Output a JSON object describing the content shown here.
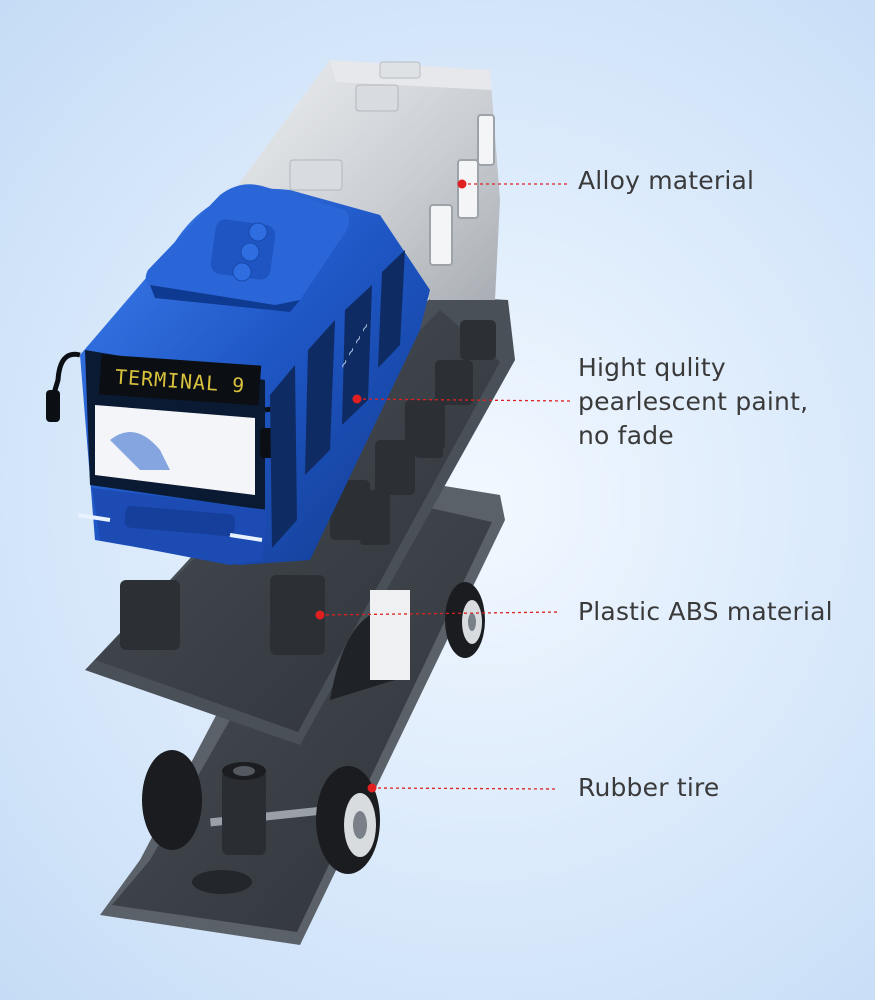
{
  "bus": {
    "destination_sign": "TERMINAL 9"
  },
  "callouts": [
    {
      "lines": [
        "Alloy material"
      ]
    },
    {
      "lines": [
        "Hight qulity",
        "pearlescent paint,",
        "no fade"
      ]
    },
    {
      "lines": [
        "Plastic ABS material"
      ]
    },
    {
      "lines": [
        "Rubber tire"
      ]
    }
  ],
  "colors": {
    "bus_blue": "#1e56c4",
    "roof_silver": "#cfd2d6",
    "chassis_gray": "#3d4249",
    "leader_red": "#e02020",
    "label_text": "#3a3a3a",
    "sign_led": "#d9c23c"
  }
}
